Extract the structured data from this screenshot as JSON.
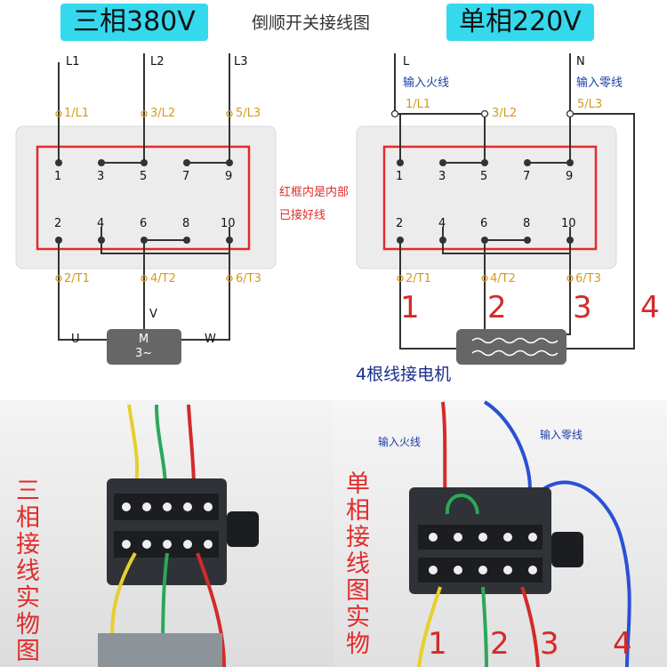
{
  "header": {
    "left_badge": "三相380V",
    "title": "倒顺开关接线图",
    "right_badge": "单相220V"
  },
  "left_diagram": {
    "lines": [
      "L1",
      "L2",
      "L3"
    ],
    "inputs": [
      "1/L1",
      "3/L2",
      "5/L3"
    ],
    "outputs": [
      "2/T1",
      "4/T2",
      "6/T3"
    ],
    "top_terminals": [
      "1",
      "3",
      "5",
      "7",
      "9"
    ],
    "bottom_terminals": [
      "2",
      "4",
      "6",
      "8",
      "10"
    ],
    "note": "红框内是内部已接好线",
    "motor_label": "M",
    "motor_sub": "3~",
    "phases": [
      "U",
      "V",
      "W"
    ]
  },
  "right_diagram": {
    "line_L": "L",
    "line_N": "N",
    "live_label": "输入火线",
    "neutral_label": "输入零线",
    "inputs": [
      "1/L1",
      "3/L2",
      "5/L3"
    ],
    "outputs": [
      "2/T1",
      "4/T2",
      "6/T3"
    ],
    "top_terminals": [
      "1",
      "3",
      "5",
      "7",
      "9"
    ],
    "bottom_terminals": [
      "2",
      "4",
      "6",
      "8",
      "10"
    ],
    "wire_numbers": [
      "1",
      "2",
      "3",
      "4"
    ],
    "caption": "4根线接电机"
  },
  "photos": {
    "left_caption": "三相接线实物图",
    "right_caption": "单相接线图实物",
    "live_label": "输入火线",
    "neutral_label": "输入零线",
    "wire_numbers": [
      "1",
      "2",
      "3",
      "4"
    ]
  }
}
